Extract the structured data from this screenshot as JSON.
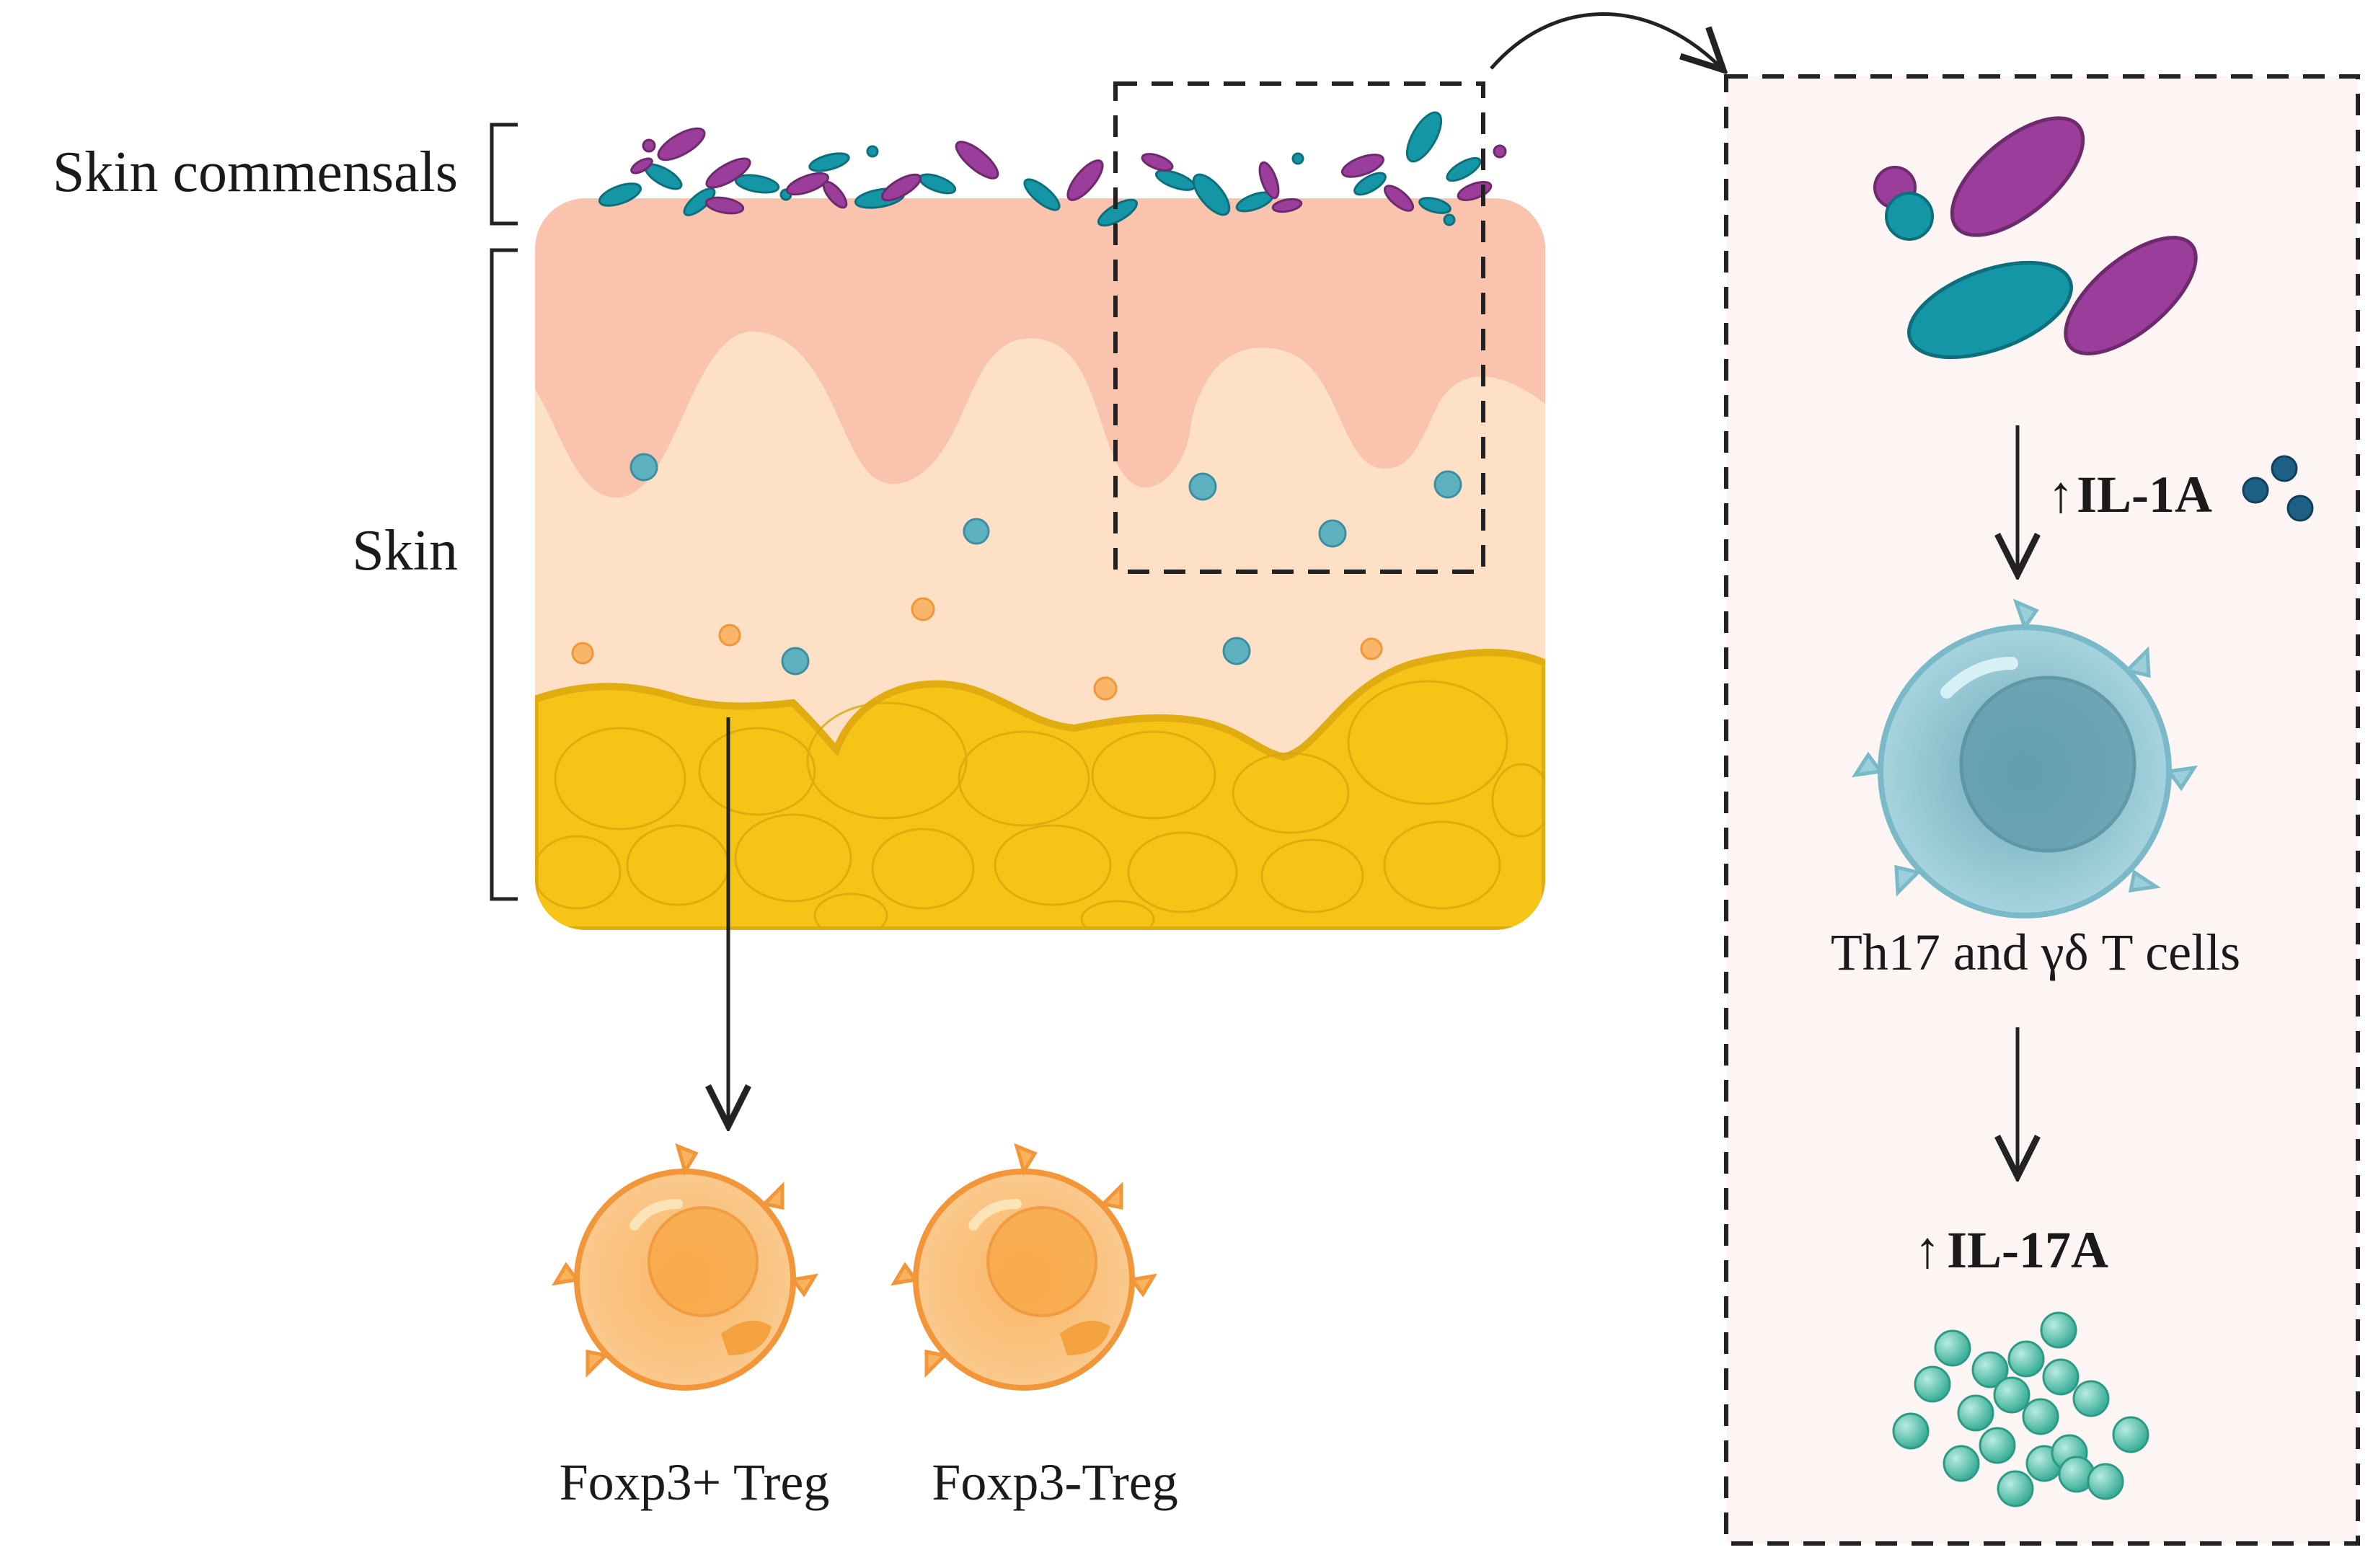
{
  "labels": {
    "commensals": "Skin commensals",
    "skin": "Skin",
    "treg_pos": "Foxp3+ Treg",
    "treg_neg": "Foxp3-Treg",
    "t_cells": "Th17 and  γδ T cells",
    "il1a": "IL-1A",
    "il17a": "IL-17A",
    "up_arrow": "↑"
  },
  "colors": {
    "epidermis": "#f9c3ae",
    "dermis": "#fde0c6",
    "fat": "#f6c416",
    "fat_line": "#d9a80c",
    "teal": "#1596a6",
    "magenta": "#9b3d9a",
    "treg": "#f8a640",
    "tcell": "#7dbfcc",
    "il17": "#3fb9a3",
    "il1": "#1e5f86",
    "panel_bg": "#fcf5f3"
  },
  "icons": [
    "bacteria-icon",
    "immune-cell-icon",
    "cytokine-icon"
  ]
}
